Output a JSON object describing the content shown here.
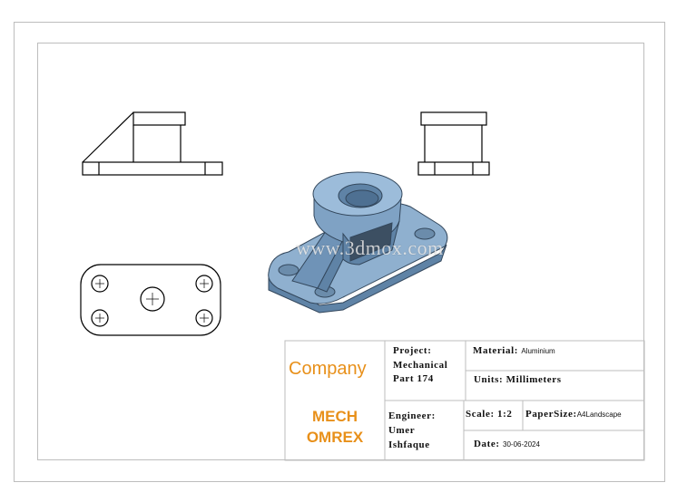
{
  "title_block": {
    "company": "Company",
    "brand_line1": "MECH",
    "brand_line2": "OMREX",
    "project_label": "Project:",
    "project_line1": "Mechanical",
    "project_line2": "Part 174",
    "material_label": "Material:",
    "material_value": "Aluminium",
    "units_label": "Units: Millimeters",
    "engineer_label": "Engineer:",
    "engineer_line1": "Umer",
    "engineer_line2": "Ishfaque",
    "scale_label": "Scale: 1:2",
    "papersize_label": "PaperSize:",
    "papersize_value": "A4Landscape",
    "date_label": "Date:",
    "date_value": "30-06-2024"
  },
  "watermark": "www.3dmox.com",
  "colors": {
    "accent": "#e8901a",
    "part_fill": "#8fb0cf",
    "part_shade": "#5f83a6",
    "line": "#000000",
    "frame": "#bdbdbd"
  }
}
